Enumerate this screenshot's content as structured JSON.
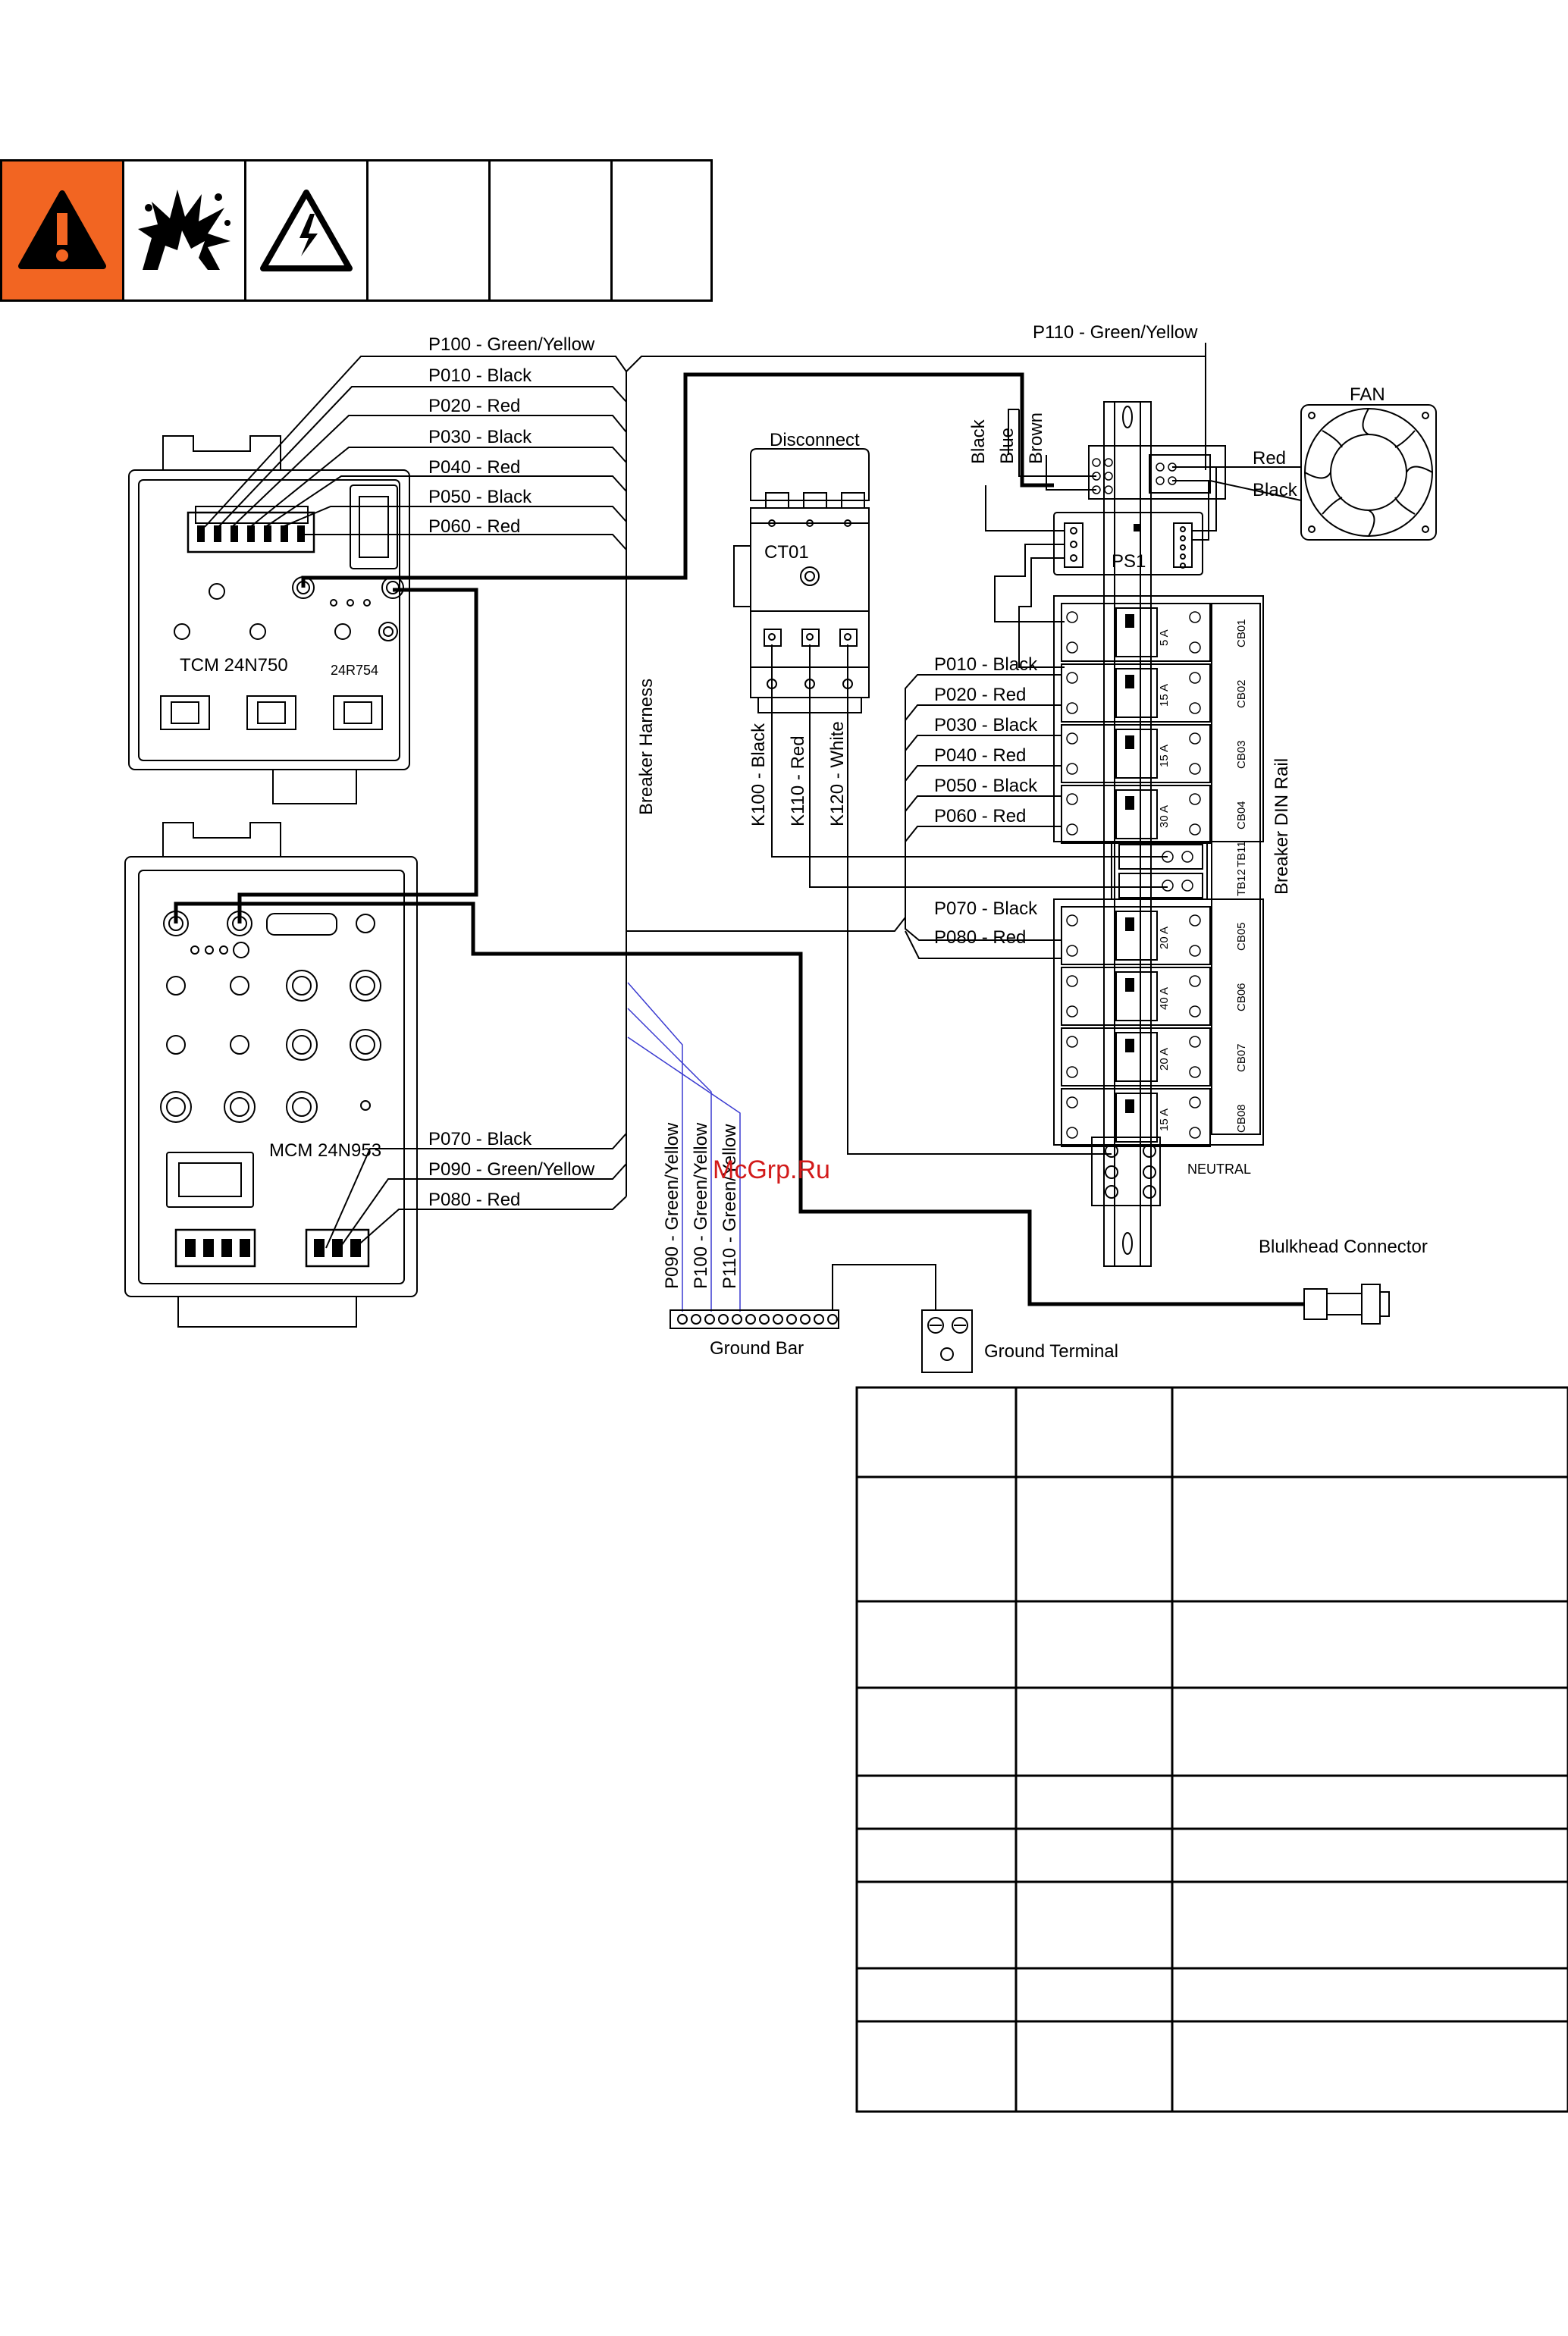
{
  "warnings": {
    "icons": [
      "warning-triangle-icon",
      "explosion-hazard-icon",
      "electric-shock-icon"
    ],
    "accent": "#f26522"
  },
  "tcm": {
    "label": "TCM 24N750",
    "sub": "24R754"
  },
  "mcm": {
    "label": "MCM 24N953"
  },
  "tcm_wires": [
    "P100 - Green/Yellow",
    "P010 - Black",
    "P020 - Red",
    "P030 - Black",
    "P040 - Red",
    "P050 - Black",
    "P060 - Red"
  ],
  "mcm_wires": [
    "P070 - Black",
    "P090 - Green/Yellow",
    "P080 - Red"
  ],
  "harness": "Breaker Harness",
  "p110": "P110 - Green/Yellow",
  "disconnect": {
    "title": "Disconnect",
    "label": "CT01"
  },
  "k_wires": [
    "K100 - Black",
    "K110 - Red",
    "K120 - White"
  ],
  "ps": {
    "label": "PS1",
    "wires": [
      "Black",
      "Blue",
      "Brown"
    ]
  },
  "fan": {
    "label": "FAN",
    "red": "Red",
    "black": "Black"
  },
  "rail_wires_top": [
    "P010 - Black",
    "P020 - Red",
    "P030 - Black",
    "P040 - Red",
    "P050 - Black",
    "P060 - Red"
  ],
  "rail_wires_bottom": [
    "P070 - Black",
    "P080 - Red"
  ],
  "breakers": [
    {
      "id": "CB01",
      "rating": "5 A"
    },
    {
      "id": "CB02",
      "rating": "15 A"
    },
    {
      "id": "CB03",
      "rating": "15 A"
    },
    {
      "id": "CB04",
      "rating": "30 A"
    },
    {
      "id": "CB05",
      "rating": "20 A"
    },
    {
      "id": "CB06",
      "rating": "40 A"
    },
    {
      "id": "CB07",
      "rating": "20 A"
    },
    {
      "id": "CB08",
      "rating": "15 A"
    }
  ],
  "terminal_blocks": [
    "TB11",
    "TB12"
  ],
  "rail_label": "Breaker DIN Rail",
  "neutral": "NEUTRAL",
  "ground_wires": [
    "P090 - Green/Yellow",
    "P100 - Green/Yellow",
    "P110 - Green/Yellow"
  ],
  "ground_bar": "Ground Bar",
  "ground_terminal": "Ground Terminal",
  "bulkhead": "Blulkhead Connector",
  "watermark": "McGrp.Ru"
}
